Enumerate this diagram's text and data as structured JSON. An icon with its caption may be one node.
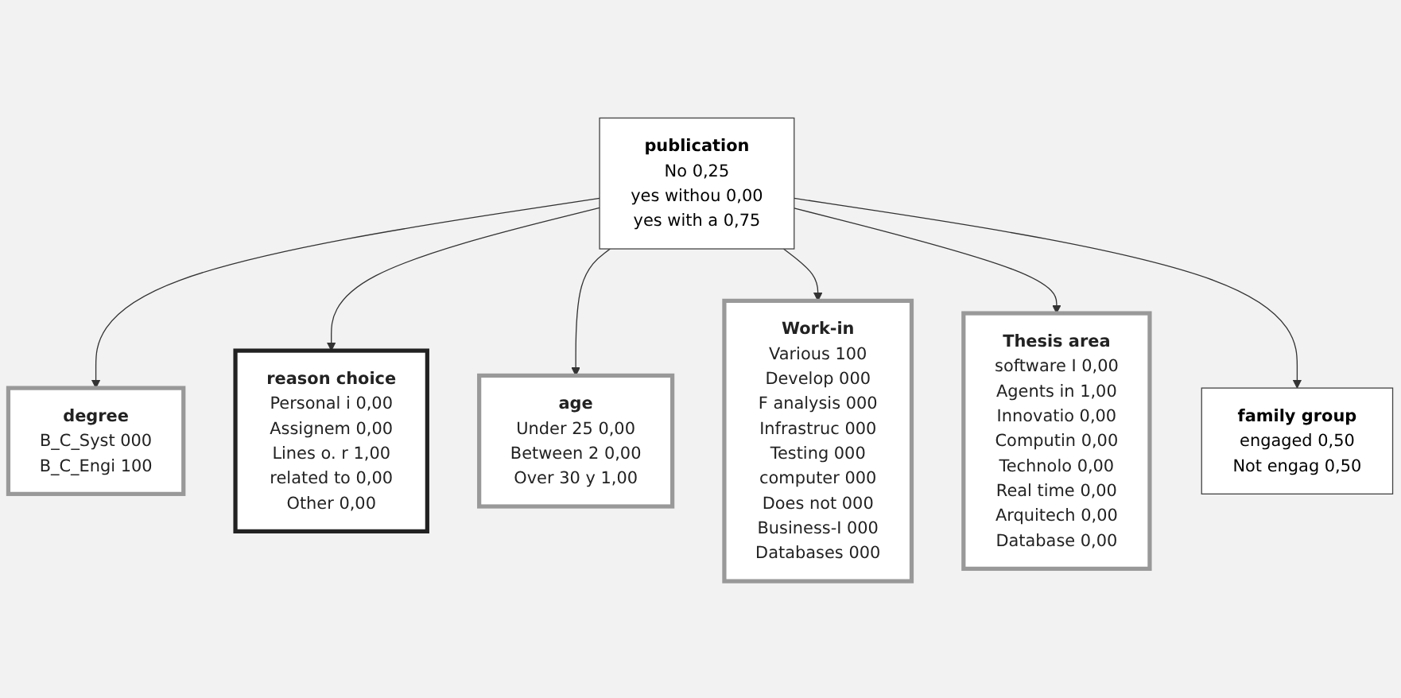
{
  "diagram": {
    "nodes": [
      {
        "text": [
          "degree",
          "B_C_Syst 000",
          "B_C_Engi 100"
        ]
      },
      {
        "text": [
          "publication",
          "No 0,25",
          "yes withou 0,00",
          "yes with a 0,75"
        ]
      },
      {
        "text": [
          "reason choice",
          "Personal i 0,00",
          "Assignem 0,00",
          "Lines o. r 1,00",
          "related to 0,00",
          "Other 0,00"
        ]
      },
      {
        "text": [
          "age",
          "Under 25 0,00",
          "Between 2 0,00",
          "Over 30 y 1,00"
        ]
      },
      {
        "text": [
          "Work-in",
          "Various 100",
          "Develop 000",
          "F analysis 000",
          "Infrastruc 000",
          "Testing 000",
          "computer 000",
          "Does not 000",
          "Business-I 000",
          "Databases 000"
        ]
      },
      {
        "text": [
          "Thesis area",
          "software I 0,00",
          "Agents in 1,00",
          "Innovatio 0,00",
          "Computin 0,00",
          "Technolo 0,00",
          "Real time 0,00",
          "Arquitech 0,00",
          "Database 0,00"
        ]
      },
      {
        "text": [
          "family group",
          "engaged 0,50",
          "Not engag 0,50"
        ]
      }
    ],
    "edges": [
      {
        "from": 1,
        "to": 0,
        "arrow": "to"
      },
      {
        "from": 1,
        "to": 2,
        "arrow": "to"
      },
      {
        "from": 1,
        "to": 3,
        "arrow": "to"
      },
      {
        "from": 1,
        "to": 4,
        "arrow": "to"
      },
      {
        "from": 1,
        "to": 5,
        "arrow": "to"
      },
      {
        "from": 1,
        "to": 6,
        "arrow": "to"
      }
    ]
  }
}
